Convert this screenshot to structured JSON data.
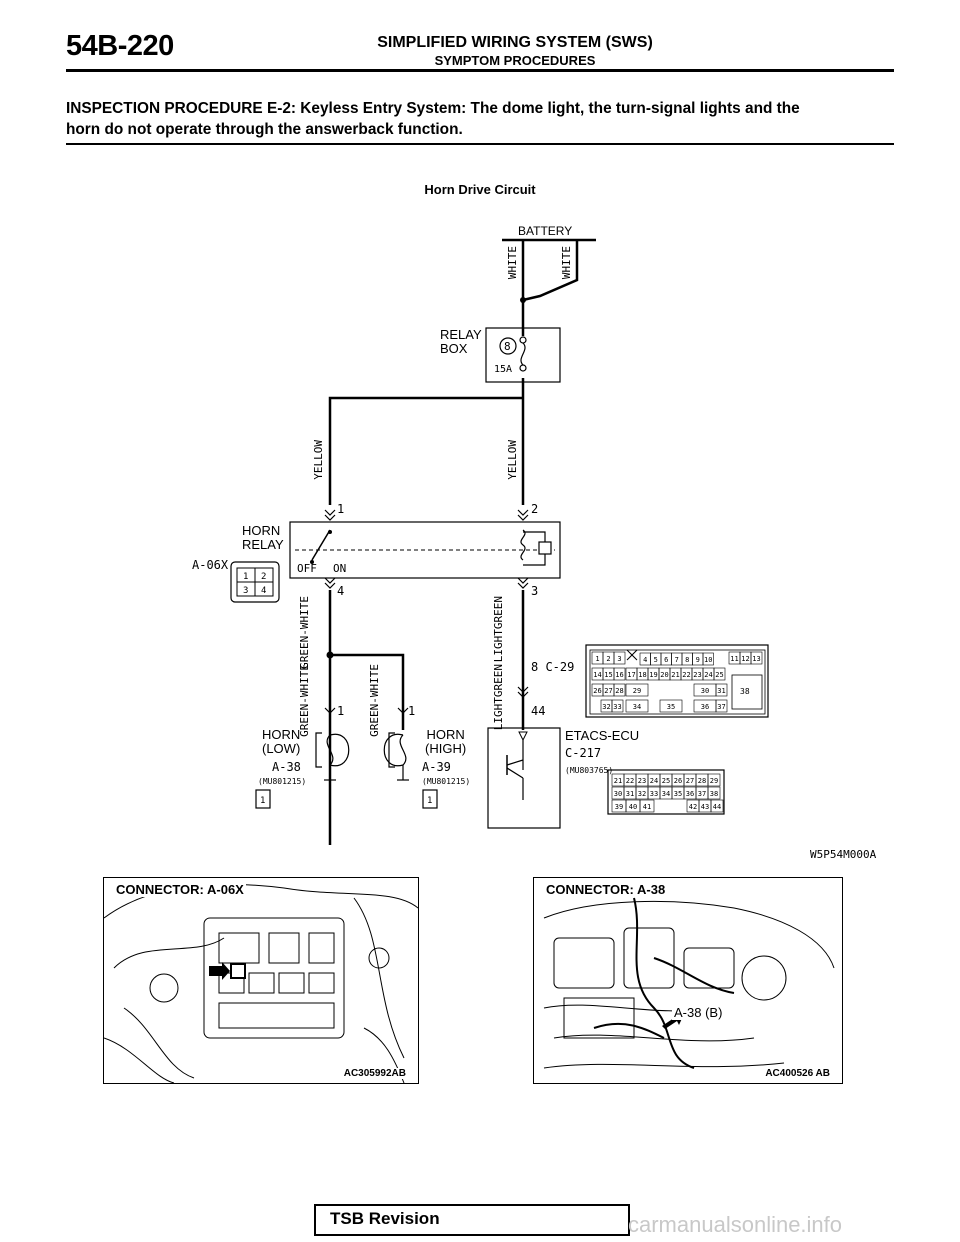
{
  "header": {
    "page_number": "54B-220",
    "section_title": "SIMPLIFIED WIRING SYSTEM (SWS)",
    "section_subtitle": "SYMPTOM PROCEDURES"
  },
  "procedure": {
    "title_line1": "INSPECTION PROCEDURE E-2: Keyless Entry System: The dome light, the turn-signal lights and the",
    "title_line2": "horn do not operate through the answerback function."
  },
  "diagram": {
    "title": "Horn Drive Circuit",
    "code": "W5P54M000A",
    "battery": "BATTERY",
    "wire_white_1": "WHITE",
    "wire_white_2": "WHITE",
    "relay_box_line1": "RELAY",
    "relay_box_line2": "BOX",
    "fuse_number": "8",
    "fuse_rating": "15A",
    "wire_yellow_1": "YELLOW",
    "wire_yellow_2": "YELLOW",
    "pin_1": "1",
    "pin_2": "2",
    "pin_3": "3",
    "pin_4": "4",
    "horn_relay_line1": "HORN",
    "horn_relay_line2": "RELAY",
    "relay_connector": "A-06X",
    "off_label": "OFF",
    "on_label": "ON",
    "relay_pins": [
      "1",
      "2",
      "3",
      "4"
    ],
    "wire_green_white_1_line1": "GREEN-",
    "wire_green_white_1_line2": "WHITE",
    "wire_green_white_2_line1": "GREEN-",
    "wire_green_white_2_line2": "WHITE",
    "wire_green_white_3_line1": "GREEN-",
    "wire_green_white_3_line2": "WHITE",
    "wire_light_green_1_line1": "LIGHT",
    "wire_light_green_1_line2": "GREEN",
    "wire_light_green_2_line1": "LIGHT",
    "wire_light_green_2_line2": "GREEN",
    "connector_c29": "8 C-29",
    "pin_44": "44",
    "horn_low_pin": "1",
    "horn_high_pin": "1",
    "horn_low_line1": "HORN",
    "horn_low_line2": "(LOW)",
    "horn_low_connector": "A-38",
    "horn_low_part": "(MU801215)",
    "horn_high_line1": "HORN",
    "horn_high_line2": "(HIGH)",
    "horn_high_connector": "A-39",
    "horn_high_part": "(MU801215)",
    "horn_low_pin_box": "1",
    "horn_high_pin_box": "1",
    "ecu_name": "ETACS-ECU",
    "ecu_connector": "C-217",
    "ecu_part": "(MU803765)",
    "c29_row1": [
      "1",
      "2",
      "3",
      "4",
      "5",
      "6",
      "7",
      "8",
      "9",
      "10",
      "11",
      "12",
      "13"
    ],
    "c29_row2": [
      "14",
      "15",
      "16",
      "17",
      "18",
      "19",
      "20",
      "21",
      "22",
      "23",
      "24",
      "25"
    ],
    "c29_row3": [
      "26",
      "27",
      "28",
      "29",
      "30",
      "31"
    ],
    "c29_row4": [
      "32",
      "33",
      "34",
      "35",
      "36",
      "37"
    ],
    "c29_big": "38",
    "c217_row1": [
      "21",
      "22",
      "23",
      "24",
      "25",
      "26",
      "27",
      "28",
      "29"
    ],
    "c217_row2": [
      "30",
      "31",
      "32",
      "33",
      "34",
      "35",
      "36",
      "37",
      "38"
    ],
    "c217_row3": [
      "39",
      "40",
      "41",
      "42",
      "43",
      "44"
    ]
  },
  "photos": {
    "left_caption": "CONNECTOR: A-06X",
    "left_code": "AC305992AB",
    "right_caption": "CONNECTOR: A-38",
    "right_callout": "A-38 (B)",
    "right_code": "AC400526 AB"
  },
  "footer": {
    "tsb": "TSB Revision",
    "watermark": "carmanualsonline.info"
  }
}
